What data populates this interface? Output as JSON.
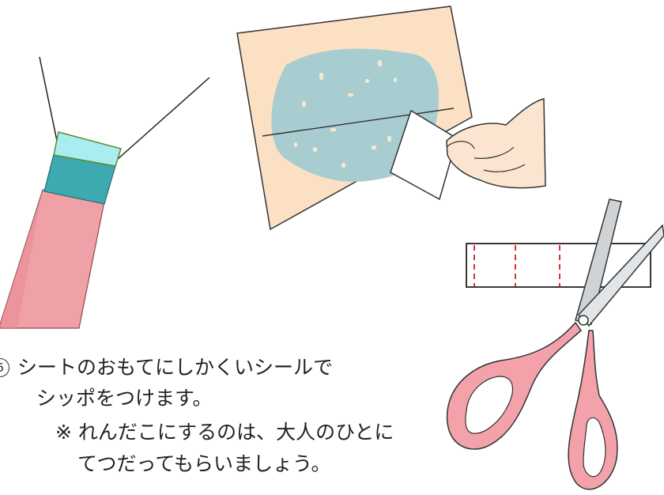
{
  "instruction": {
    "step_number": "6",
    "line1": "シートのおもてにしかくいシールで",
    "line2": "シッポをつけます。"
  },
  "note": {
    "line1": "※ れんだこにするのは、大人のひとに",
    "line2": "てつだってもらいましょう。"
  },
  "colors": {
    "tail_pink": "#f1a3a8",
    "tail_teal": "#4bb6bd",
    "tail_cyan": "#a8ecef",
    "sheet_peach": "#fbe1c6",
    "sheet_blue": "#a8cdd2",
    "scissor_pink": "#f3a2aa",
    "cut_line_red": "#e0303a"
  },
  "icons": [
    "kite-tail-illustration",
    "sheet-with-sticker-illustration",
    "scissors-icon",
    "cut-strip-illustration"
  ]
}
